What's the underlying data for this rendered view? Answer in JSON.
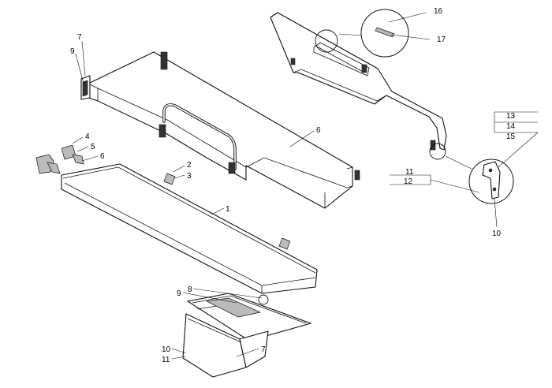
{
  "callouts": {
    "c1": "1",
    "c2": "2",
    "c3": "3",
    "c4": "4",
    "c5": "5",
    "c6_small": "6",
    "c6_board": "6",
    "c7_top": "7",
    "c7_bottom": "7",
    "c8": "8",
    "c9_top": "9",
    "c9_bottom": "9",
    "c10_right": "10",
    "c10_bottom": "10",
    "c11_right": "11",
    "c11_bottom": "11",
    "c12": "12",
    "c13": "13",
    "c14": "14",
    "c15": "15",
    "c16": "16",
    "c17": "17"
  }
}
